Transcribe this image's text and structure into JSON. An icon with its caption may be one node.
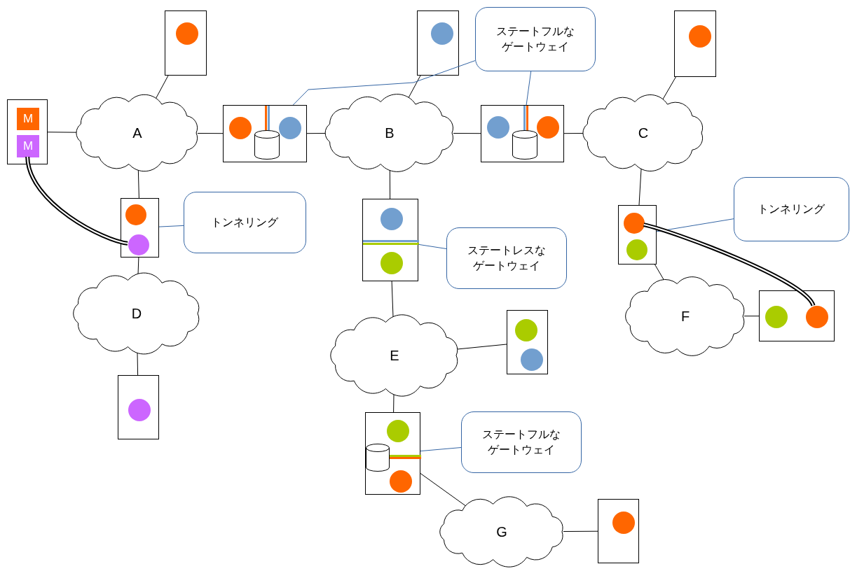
{
  "diagram": {
    "nodes": [
      {
        "text": [],
        "shape": "box"
      },
      {
        "text": [],
        "shape": "circle",
        "in": 0
      },
      {
        "text": [],
        "shape": "box"
      },
      {
        "text": [],
        "shape": "circle",
        "in": 2
      },
      {
        "text": [],
        "shape": "box"
      },
      {
        "text": [],
        "shape": "circle",
        "in": 4
      },
      {
        "text": [],
        "shape": "box"
      },
      {
        "text": [
          "M"
        ],
        "in": 6
      },
      {
        "text": [
          "M"
        ],
        "in": 6
      },
      {
        "text": [
          "A"
        ]
      },
      {
        "text": [],
        "shape": "box"
      },
      {
        "text": [],
        "shape": "circle",
        "in": 10
      },
      {
        "text": [],
        "shape": "cylinder",
        "in": 10
      },
      {
        "text": [],
        "shape": "circle",
        "in": 10
      },
      {
        "text": [
          "B"
        ]
      },
      {
        "text": [],
        "shape": "box"
      },
      {
        "text": [],
        "shape": "circle",
        "in": 15
      },
      {
        "text": [],
        "shape": "cylinder",
        "in": 15
      },
      {
        "text": [],
        "shape": "circle",
        "in": 15
      },
      {
        "text": [
          "C"
        ]
      },
      {
        "text": [],
        "shape": "box"
      },
      {
        "text": [],
        "shape": "circle",
        "in": 20
      },
      {
        "text": [],
        "shape": "circle",
        "in": 20
      },
      {
        "text": [
          "トンネリング"
        ]
      },
      {
        "text": [],
        "shape": "box"
      },
      {
        "text": [],
        "shape": "circle",
        "in": 24
      },
      {
        "text": [],
        "shape": "circle",
        "in": 24
      },
      {
        "text": [
          "ステートレスなゲートウェイ"
        ]
      },
      {
        "text": [],
        "shape": "box"
      },
      {
        "text": [],
        "shape": "circle",
        "in": 28
      },
      {
        "text": [],
        "shape": "circle",
        "in": 28
      },
      {
        "text": [
          "トンネリング"
        ]
      },
      {
        "text": [
          "ステートフルなゲートウェイ"
        ]
      },
      {
        "text": [
          "D"
        ]
      },
      {
        "text": [
          "E"
        ]
      },
      {
        "text": [
          "F"
        ]
      },
      {
        "text": [],
        "shape": "box"
      },
      {
        "text": [],
        "shape": "circle",
        "in": 36
      },
      {
        "text": [],
        "shape": "circle",
        "in": 36
      },
      {
        "text": [],
        "shape": "box"
      },
      {
        "text": [],
        "shape": "circle",
        "in": 39
      },
      {
        "text": [],
        "shape": "circle",
        "in": 39
      },
      {
        "text": [],
        "shape": "box"
      },
      {
        "text": [],
        "shape": "circle",
        "in": 42
      },
      {
        "text": [],
        "shape": "box"
      },
      {
        "text": [],
        "shape": "circle",
        "in": 44
      },
      {
        "text": [],
        "shape": "cylinder",
        "in": 44
      },
      {
        "text": [],
        "shape": "circle",
        "in": 44
      },
      {
        "text": [
          "ステートフルなゲートウェイ"
        ]
      },
      {
        "text": [
          "G"
        ]
      },
      {
        "text": [],
        "shape": "box"
      },
      {
        "text": [],
        "shape": "circle",
        "in": 50
      }
    ],
    "edges": [
      {
        "from": 0,
        "to": 9,
        "arrow": "none"
      },
      {
        "from": 6,
        "to": 9,
        "arrow": "none"
      },
      {
        "from": 9,
        "to": 10,
        "arrow": "none"
      },
      {
        "from": 10,
        "to": 14,
        "arrow": "none"
      },
      {
        "from": 14,
        "to": 2,
        "arrow": "none"
      },
      {
        "from": 14,
        "to": 15,
        "arrow": "none"
      },
      {
        "from": 15,
        "to": 19,
        "arrow": "none"
      },
      {
        "from": 19,
        "to": 4,
        "arrow": "none"
      },
      {
        "from": 9,
        "to": 20,
        "arrow": "none"
      },
      {
        "from": 20,
        "to": 33,
        "arrow": "none"
      },
      {
        "from": 33,
        "to": 42,
        "arrow": "none"
      },
      {
        "from": 14,
        "to": 24,
        "arrow": "none"
      },
      {
        "from": 24,
        "to": 34,
        "arrow": "none"
      },
      {
        "from": 34,
        "to": 36,
        "arrow": "none"
      },
      {
        "from": 34,
        "to": 44,
        "arrow": "none"
      },
      {
        "from": 44,
        "to": 49,
        "arrow": "none"
      },
      {
        "from": 49,
        "to": 50,
        "arrow": "none"
      },
      {
        "from": 19,
        "to": 28,
        "arrow": "none"
      },
      {
        "from": 28,
        "to": 35,
        "arrow": "none"
      },
      {
        "from": 35,
        "to": 39,
        "arrow": "none"
      },
      {
        "from": 8,
        "to": 22,
        "arrow": "none",
        "style": "thick"
      },
      {
        "from": 29,
        "to": 41,
        "arrow": "none",
        "style": "thick"
      },
      {
        "from": 32,
        "to": 10,
        "arrow": "none",
        "color": "#3465a4"
      },
      {
        "from": 32,
        "to": 15,
        "arrow": "none",
        "color": "#3465a4"
      },
      {
        "from": 23,
        "to": 20,
        "arrow": "none",
        "color": "#3465a4"
      },
      {
        "from": 27,
        "to": 24,
        "arrow": "none",
        "color": "#3465a4"
      },
      {
        "from": 31,
        "to": 28,
        "arrow": "none",
        "color": "#3465a4"
      },
      {
        "from": 48,
        "to": 44,
        "arrow": "none",
        "color": "#3465a4"
      }
    ]
  }
}
